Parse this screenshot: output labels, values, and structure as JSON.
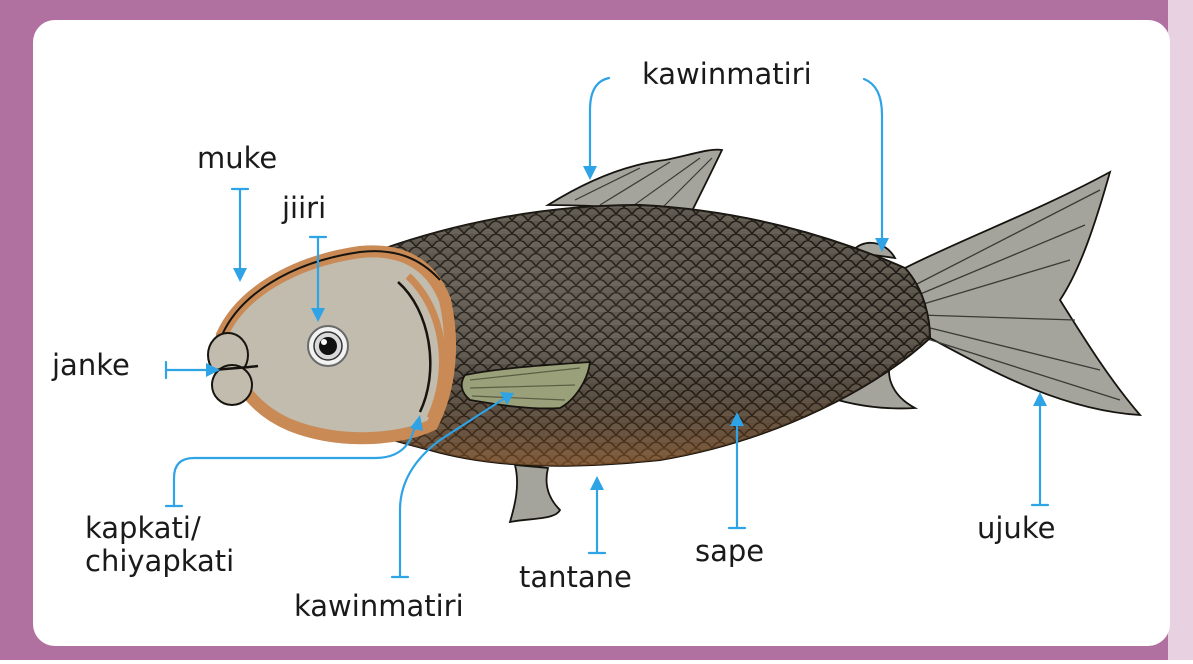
{
  "diagram": {
    "colors": {
      "frame": "#b070a0",
      "stripe": "#e8d2e2",
      "panel": "#ffffff",
      "leader": "#2ea3e6",
      "text": "#1a1a1a",
      "body": "#5b544c",
      "scale_edge": "#17140f",
      "head": "#c9c2b3",
      "head_rim": "#c98a55",
      "fin": "#a4a39c"
    },
    "labels": {
      "muke": "muke",
      "jiiri": "jiiri",
      "janke": "janke",
      "kapkati_line1": "kapkati/",
      "kapkati_line2": "chiyapkati",
      "kawinmatiri_bottom": "kawinmatiri",
      "tantane": "tantane",
      "sape": "sape",
      "ujuke": "ujuke",
      "kawinmatiri_top": "kawinmatiri"
    }
  }
}
